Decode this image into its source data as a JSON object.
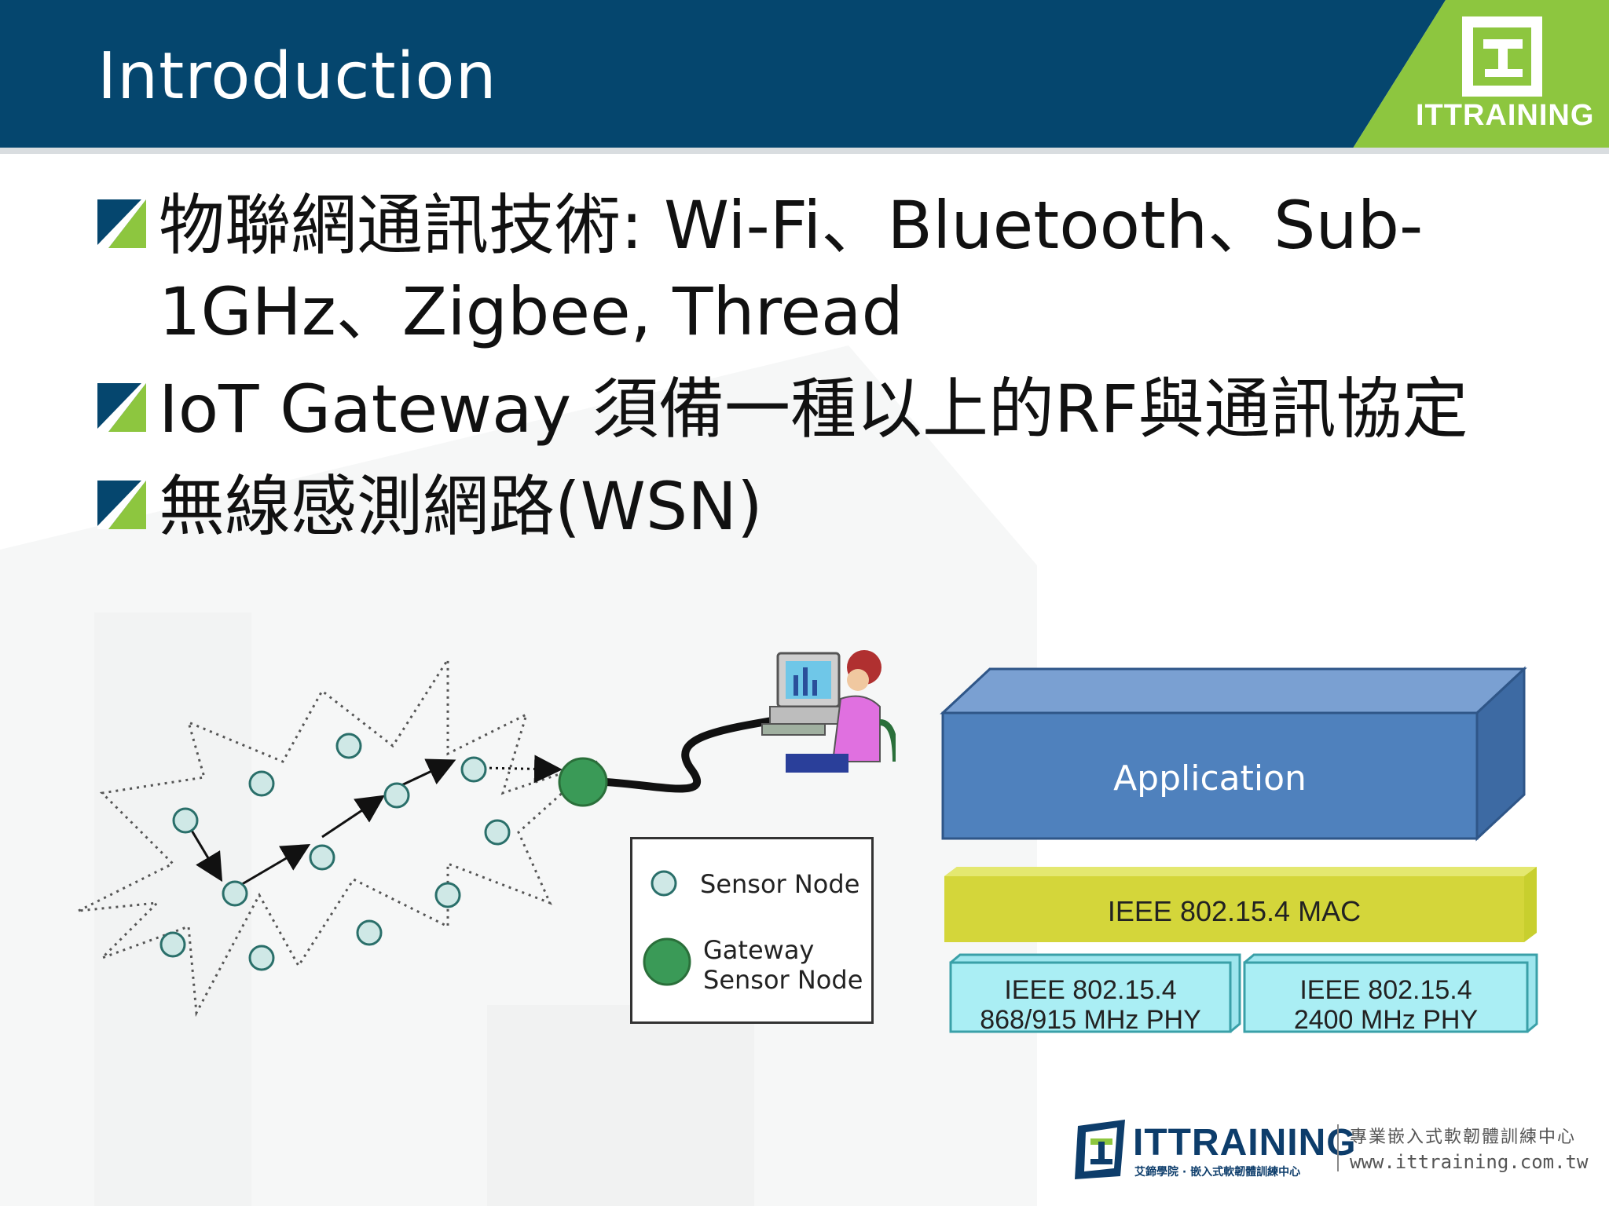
{
  "header": {
    "title": "Introduction",
    "brand": "ITTRAINING",
    "colors": {
      "band": "#05466e",
      "accent": "#8dc63f"
    }
  },
  "bullets": [
    {
      "text_line1": "物聯網通訊技術: Wi-Fi、Bluetooth、Sub-",
      "text_line2": "1GHz、Zigbee, Thread"
    },
    {
      "text": "IoT Gateway 須備一種以上的RF與通訊協定"
    },
    {
      "text": "無線感測網路(WSN)"
    }
  ],
  "wsn_diagram": {
    "legend": {
      "sensor_node": "Sensor Node",
      "gateway_line1": "Gateway",
      "gateway_line2": "Sensor Node"
    },
    "colors": {
      "sensor_fill": "#cfe8e6",
      "gateway_fill": "#3a9a57"
    }
  },
  "protocol_stack": {
    "application": "Application",
    "mac": "IEEE 802.15.4 MAC",
    "phy_left_line1": "IEEE 802.15.4",
    "phy_left_line2": "868/915 MHz  PHY",
    "phy_right_line1": "IEEE 802.15.4",
    "phy_right_line2": "2400 MHz   PHY",
    "colors": {
      "application": "#4f81bd",
      "mac": "#d4d63a",
      "phy": "#9ee6ee"
    }
  },
  "footer": {
    "brand": "ITTRAINING",
    "sub": "艾鍗學院 · 嵌入式軟韌體訓練中心",
    "cn": "專業嵌入式軟韌體訓練中心",
    "url": "www.ittraining.com.tw"
  }
}
